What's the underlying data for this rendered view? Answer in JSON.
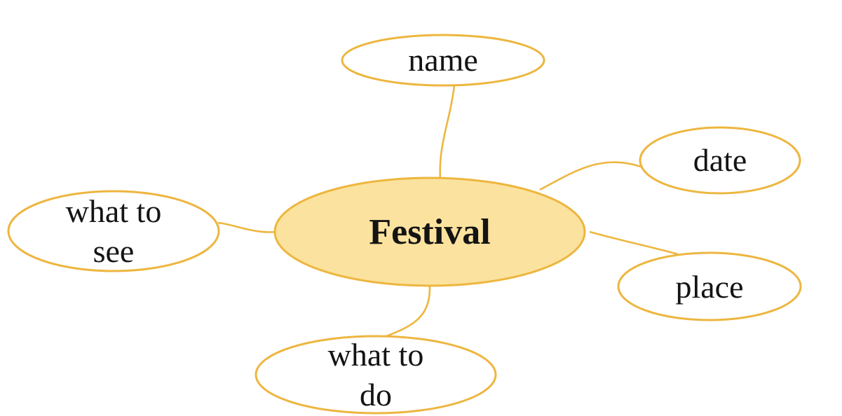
{
  "diagram": {
    "type": "mind-map",
    "topic": "Festival",
    "colors": {
      "background": "#FFFFFF",
      "stroke": "#EDB63F",
      "center_fill": "#FBE29E",
      "branch_fill": "#FFFFFF",
      "text": "#141414"
    },
    "center": {
      "label": "Festival"
    },
    "branches": [
      {
        "id": "name",
        "label": "name",
        "position": "top"
      },
      {
        "id": "date",
        "label": "date",
        "position": "top-right"
      },
      {
        "id": "place",
        "label": "place",
        "position": "right"
      },
      {
        "id": "what-to-see",
        "label": "what to\nsee",
        "position": "left"
      },
      {
        "id": "what-to-do",
        "label": "what to\ndo",
        "position": "bottom"
      }
    ]
  }
}
